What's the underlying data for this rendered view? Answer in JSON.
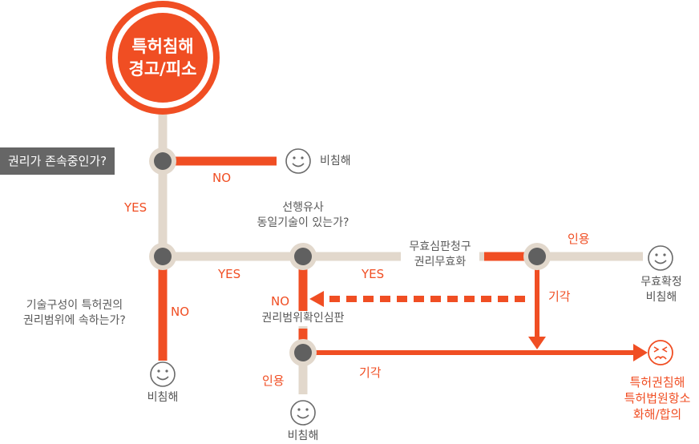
{
  "colors": {
    "orange": "#f04e23",
    "beige": "#e2d8cc",
    "node": "#606060",
    "gray": "#666666"
  },
  "start": {
    "line1": "특허침해",
    "line2": "경고/피소"
  },
  "q1": {
    "text": "권리가 존속중인가?",
    "no": "NO",
    "yes": "YES",
    "result": "비침해"
  },
  "q2": {
    "line1": "기술구성이 특허권의",
    "line2": "권리범위에 속하는가?",
    "no": "NO",
    "result": "비침해",
    "yes": "YES"
  },
  "q3": {
    "line1": "선행유사",
    "line2": "동일기술이 있는가?",
    "yes": "YES",
    "no": "NO"
  },
  "invalidation": {
    "line1": "무효심판청구",
    "line2": "권리무효화",
    "accept": "인용",
    "reject": "기각",
    "result_line1": "무효확정",
    "result_line2": "비침해"
  },
  "scope_trial": {
    "label": "권리범위확인심판",
    "accept": "인용",
    "reject": "기각",
    "result": "비침해"
  },
  "final": {
    "line1": "특허권침해",
    "line2": "특허법원항소",
    "line3": "화해/합의"
  },
  "icons": [
    "smile-icon",
    "frown-icon"
  ]
}
